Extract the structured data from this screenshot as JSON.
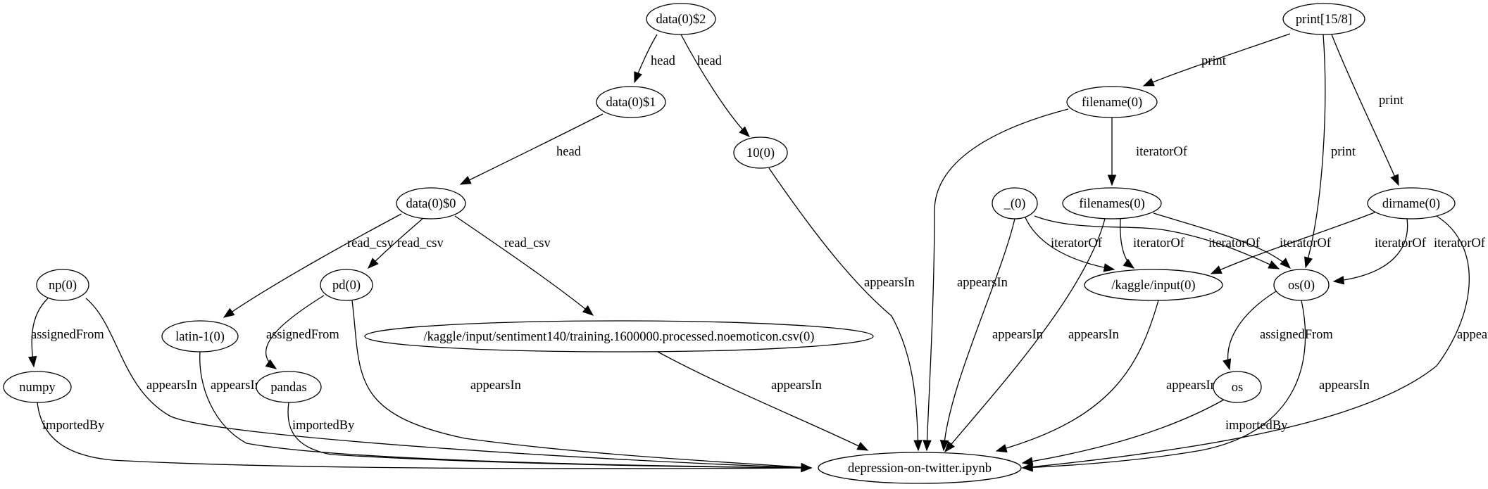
{
  "nodes": [
    {
      "id": "data2",
      "label": "data(0)$2"
    },
    {
      "id": "data1",
      "label": "data(0)$1"
    },
    {
      "id": "ten",
      "label": "10(0)"
    },
    {
      "id": "data0",
      "label": "data(0)$0"
    },
    {
      "id": "np",
      "label": "np(0)"
    },
    {
      "id": "pd",
      "label": "pd(0)"
    },
    {
      "id": "latin",
      "label": "latin-1(0)"
    },
    {
      "id": "csv",
      "label": "/kaggle/input/sentiment140/training.1600000.processed.noemoticon.csv(0)"
    },
    {
      "id": "numpy",
      "label": "numpy"
    },
    {
      "id": "pandas",
      "label": "pandas"
    },
    {
      "id": "notebook",
      "label": "depression-on-twitter.ipynb"
    },
    {
      "id": "print",
      "label": "print[15/8]"
    },
    {
      "id": "filename",
      "label": "filename(0)"
    },
    {
      "id": "underscore",
      "label": "_(0)"
    },
    {
      "id": "filenames",
      "label": "filenames(0)"
    },
    {
      "id": "dirname",
      "label": "dirname(0)"
    },
    {
      "id": "kaggle",
      "label": "/kaggle/input(0)"
    },
    {
      "id": "os0",
      "label": "os(0)"
    },
    {
      "id": "os",
      "label": "os"
    }
  ],
  "edges": [
    {
      "id": "e1",
      "from": "data2",
      "to": "data1",
      "label": "head"
    },
    {
      "id": "e2",
      "from": "data2",
      "to": "ten",
      "label": "head"
    },
    {
      "id": "e3",
      "from": "data1",
      "to": "data0",
      "label": "head"
    },
    {
      "id": "e4",
      "from": "data0",
      "to": "latin",
      "label": "read_csv"
    },
    {
      "id": "e5",
      "from": "data0",
      "to": "pd",
      "label": "read_csv"
    },
    {
      "id": "e6",
      "from": "data0",
      "to": "csv",
      "label": "read_csv"
    },
    {
      "id": "e7",
      "from": "np",
      "to": "numpy",
      "label": "assignedFrom"
    },
    {
      "id": "e8",
      "from": "np",
      "to": "notebook",
      "label": "appearsIn"
    },
    {
      "id": "e9",
      "from": "numpy",
      "to": "notebook",
      "label": "importedBy"
    },
    {
      "id": "e10",
      "from": "latin",
      "to": "notebook",
      "label": "appearsIn"
    },
    {
      "id": "e11",
      "from": "pd",
      "to": "pandas",
      "label": "assignedFrom"
    },
    {
      "id": "e12",
      "from": "pandas",
      "to": "notebook",
      "label": "importedBy"
    },
    {
      "id": "e13",
      "from": "pd",
      "to": "notebook",
      "label": "appearsIn"
    },
    {
      "id": "e14",
      "from": "csv",
      "to": "notebook",
      "label": "appearsIn"
    },
    {
      "id": "e15",
      "from": "ten",
      "to": "notebook",
      "label": "appearsIn"
    },
    {
      "id": "e16",
      "from": "print",
      "to": "filename",
      "label": "print"
    },
    {
      "id": "e17",
      "from": "print",
      "to": "os0",
      "label": "print"
    },
    {
      "id": "e18",
      "from": "print",
      "to": "dirname",
      "label": "print"
    },
    {
      "id": "e19",
      "from": "filename",
      "to": "notebook",
      "label": "appearsIn"
    },
    {
      "id": "e20",
      "from": "filename",
      "to": "filenames",
      "label": "iteratorOf"
    },
    {
      "id": "e21",
      "from": "underscore",
      "to": "kaggle",
      "label": "iteratorOf"
    },
    {
      "id": "e22",
      "from": "underscore",
      "to": "os0",
      "label": "iteratorOf"
    },
    {
      "id": "e23",
      "from": "underscore",
      "to": "notebook",
      "label": "appearsIn"
    },
    {
      "id": "e24",
      "from": "filenames",
      "to": "kaggle",
      "label": "iteratorOf"
    },
    {
      "id": "e25",
      "from": "filenames",
      "to": "os0",
      "label": "iteratorOf"
    },
    {
      "id": "e26",
      "from": "filenames",
      "to": "notebook",
      "label": "appearsIn"
    },
    {
      "id": "e27",
      "from": "dirname",
      "to": "kaggle",
      "label": "iteratorOf"
    },
    {
      "id": "e28",
      "from": "dirname",
      "to": "os0",
      "label": "iteratorOf"
    },
    {
      "id": "e29",
      "from": "dirname",
      "to": "notebook",
      "label": "appearsIn"
    },
    {
      "id": "e30",
      "from": "kaggle",
      "to": "notebook",
      "label": "appearsIn"
    },
    {
      "id": "e31",
      "from": "os0",
      "to": "os",
      "label": "assignedFrom"
    },
    {
      "id": "e32",
      "from": "os",
      "to": "notebook",
      "label": "importedBy"
    },
    {
      "id": "e33",
      "from": "os0",
      "to": "notebook",
      "label": "appearsIn"
    }
  ]
}
